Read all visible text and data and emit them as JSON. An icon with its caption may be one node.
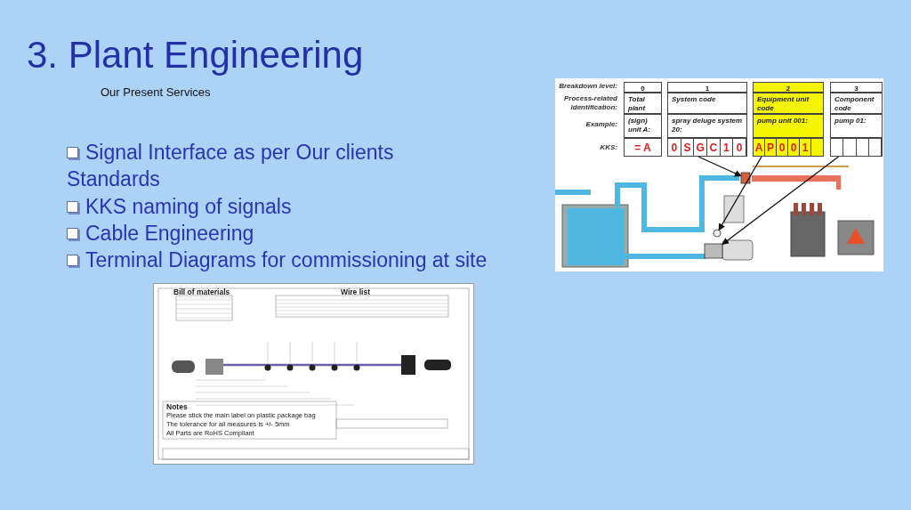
{
  "diagram": {
    "title": "3. Plant Engineering",
    "nodes": [
      {
        "text": [
          "0",
          "S",
          "G",
          "C",
          "1",
          "0"
        ]
      },
      {
        "text": [
          "A",
          "P",
          "0",
          "0",
          "1"
        ]
      },
      {
        "text": [],
        "shape": "box"
      },
      {
        "text": [],
        "shape": "box"
      },
      {
        "text": [],
        "shape": "circle"
      },
      {
        "text": [],
        "shape": "box"
      }
    ],
    "edges": [
      {
        "from": 0,
        "to": 3,
        "arrow": "to"
      },
      {
        "from": 1,
        "to": 4,
        "arrow": "to"
      },
      {
        "from": 2,
        "to": 5,
        "arrow": "to"
      }
    ],
    "labels": [
      "Our Present Services",
      "Signal Interface as per Our clients Standards",
      "KKS naming of signals",
      "Cable Engineering",
      "Terminal Diagrams for commissioning at site",
      "Breakdown level:",
      "0",
      "1",
      "2",
      "3",
      "Process-related identification:",
      "Total plant",
      "System code",
      "Equipment unit code",
      "Component code",
      "Example:",
      "(sign) unit A:",
      "spray deluge system 20:",
      "pump unit 001:",
      "pump 01:",
      "KKS:",
      "= A",
      "Bill of materials",
      "Wire list",
      "Notes",
      "Please stick the main label on plastic package bag",
      "The tolerance for all measures is +/- 5mm",
      "All Parts are RoHS Compliant"
    ]
  }
}
